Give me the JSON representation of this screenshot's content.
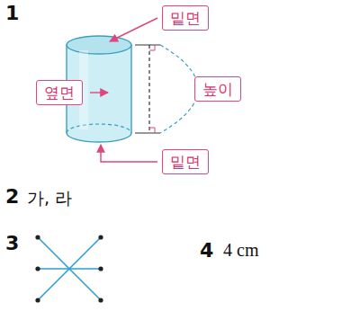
{
  "diagram": {
    "nodes": [
      {
        "text": [
          "밑면"
        ]
      },
      {
        "text": [
          "옆면"
        ]
      },
      {
        "text": [
          "높이"
        ]
      },
      {
        "text": [
          "밑면"
        ]
      }
    ],
    "labels": [
      "1",
      "2",
      "가, 라",
      "3",
      "4",
      "4 cm"
    ]
  }
}
